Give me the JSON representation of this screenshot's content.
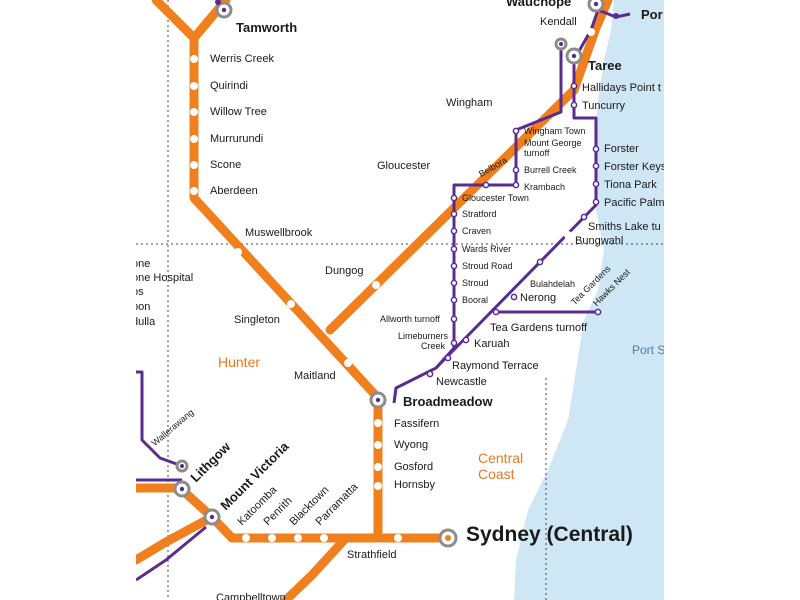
{
  "colors": {
    "coach": "#f07f1e",
    "train": "#5b2c8f",
    "sea": "#cfe6f4",
    "hub": "#8c8c8c"
  },
  "hubs": {
    "tamworth": "Tamworth",
    "taree": "Taree",
    "broadmeadow": "Broadmeadow",
    "sydney": "Sydney (Central)",
    "lithgow": "Lithgow",
    "mount_victoria": "Mount Victoria",
    "wauchope": "Wauchope",
    "port": "Por"
  },
  "regions": {
    "hunter": "Hunter",
    "central_coast_1": "Central",
    "central_coast_2": "Coast",
    "port_s": "Port S"
  },
  "new_england_line": [
    "Werris Creek",
    "Quirindi",
    "Willow Tree",
    "Murrurundi",
    "Scone",
    "Aberdeen"
  ],
  "hunter_line": [
    "Muswellbrook",
    "Singleton",
    "Maitland"
  ],
  "gloucester_line": [
    "Wingham",
    "Gloucester",
    "Dungog"
  ],
  "north_coast": [
    "Kendall"
  ],
  "coastal_coach": [
    "Hallidays Point t",
    "Tuncurry",
    "Forster",
    "Forster Keys",
    "Tiona Park",
    "Pacific Palm",
    "Smiths Lake tu",
    "Bungwahl"
  ],
  "bucketts_way": [
    "Wingham Town",
    "Mount George",
    "turnoff",
    "Burrell Creek",
    "Krambach",
    "Belbora",
    "Gloucester Town",
    "Stratford",
    "Craven",
    "Wards River",
    "Stroud Road",
    "Stroud",
    "Booral",
    "Allworth turnoff",
    "Limeburners",
    "Creek"
  ],
  "myall_coast": [
    "Bulahdelah",
    "Nerong",
    "Tea Gardens",
    "Hawks Nest",
    "Tea Gardens turnoff",
    "Karuah",
    "Raymond Terrace",
    "Newcastle"
  ],
  "central_coast_stops": [
    "Fassifern",
    "Wyong",
    "Gosford",
    "Hornsby"
  ],
  "blue_mountains": [
    "Katoomba",
    "Penrith",
    "Blacktown",
    "Parramatta",
    "Strathfield"
  ],
  "west": [
    "Wallerawang"
  ],
  "west_edge": [
    "one",
    "one Hospital",
    "os",
    "bon",
    "dulla"
  ],
  "bottom_edge": [
    "Campbelltown"
  ]
}
